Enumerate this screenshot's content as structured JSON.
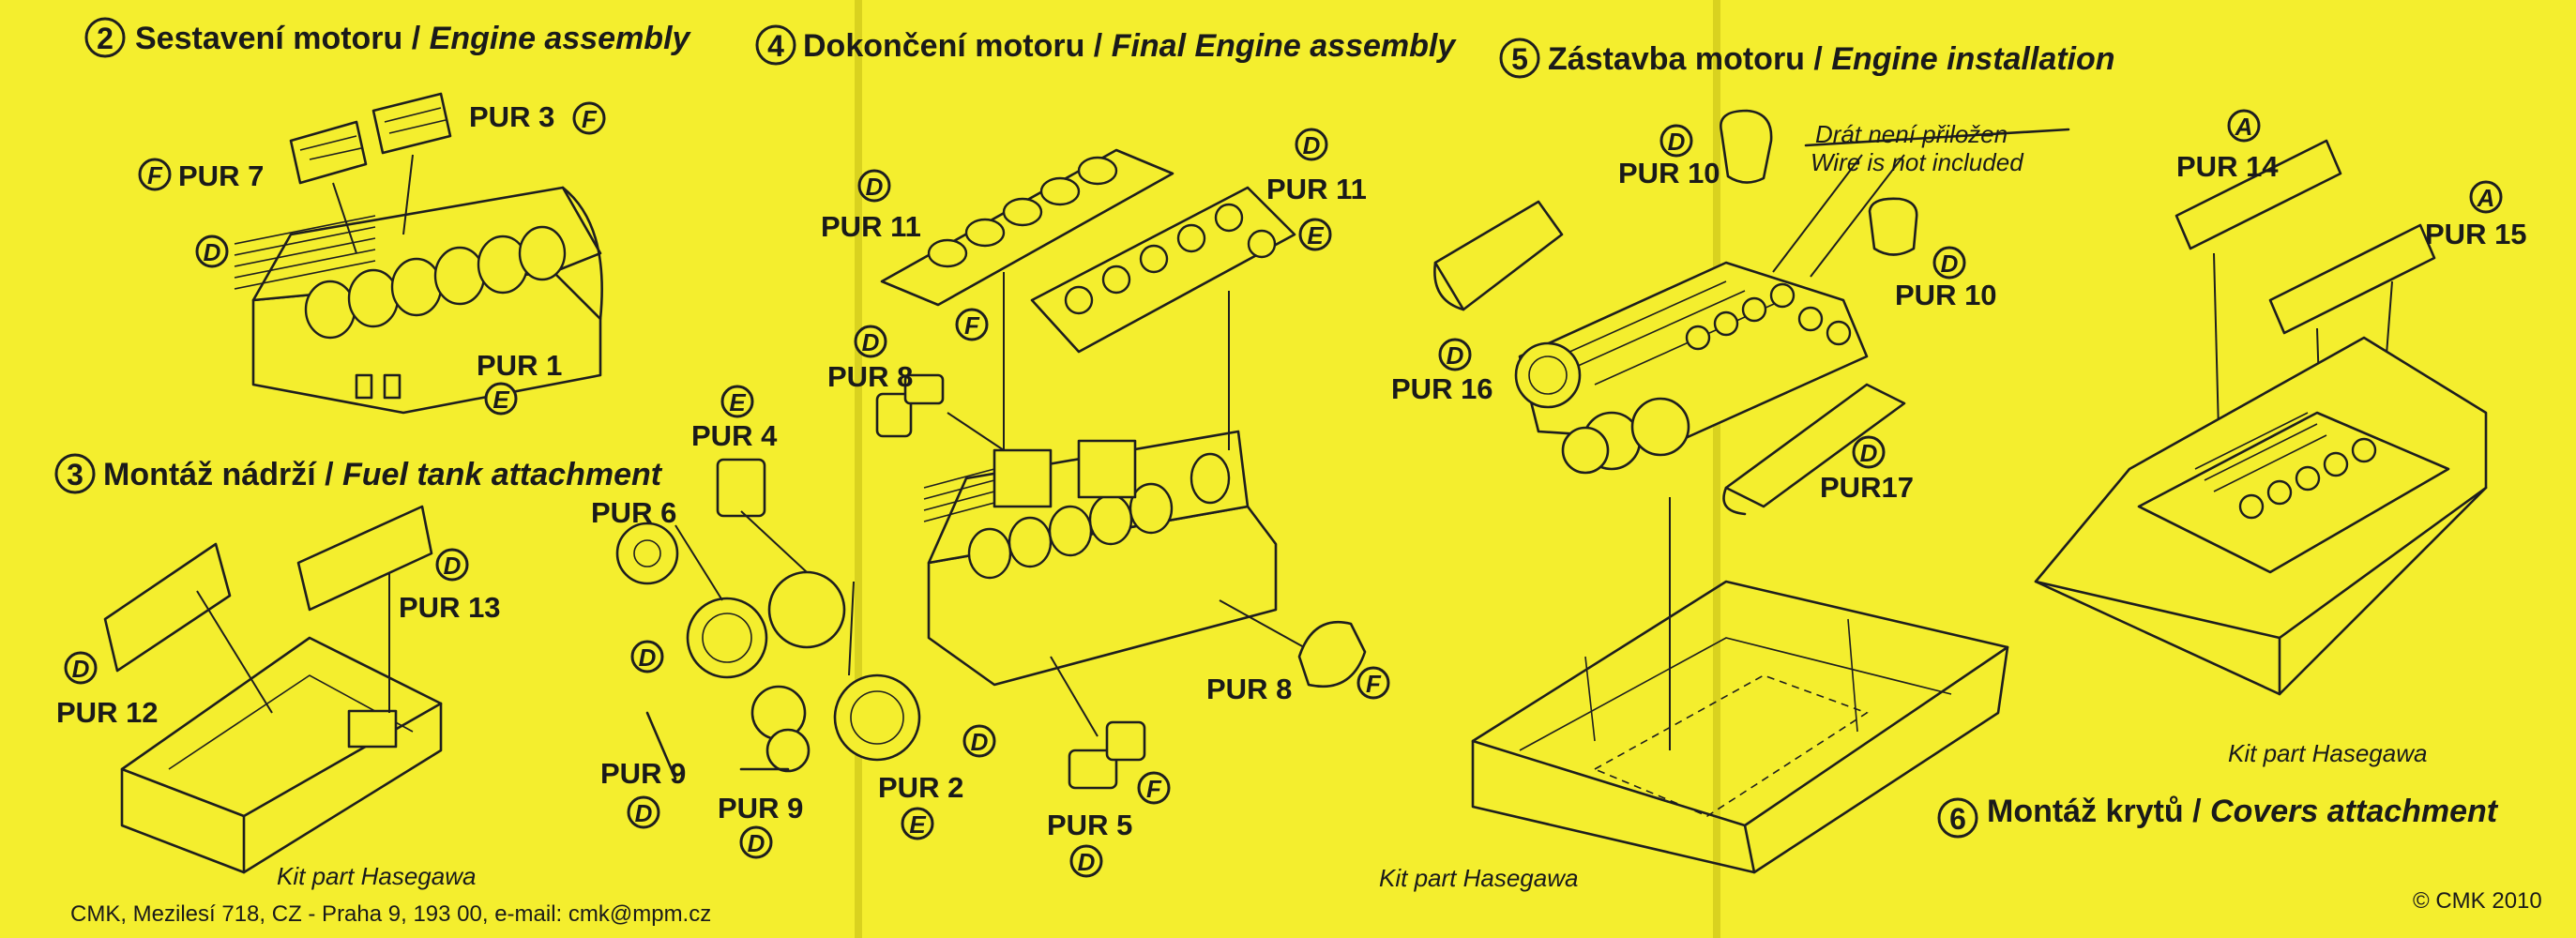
{
  "sections": {
    "s2": {
      "num": "2",
      "title_cz": "Sestavení motoru / ",
      "title_en": "Engine assembly"
    },
    "s3": {
      "num": "3",
      "title_cz": "Montáž nádrží / ",
      "title_en": "Fuel tank attachment"
    },
    "s4": {
      "num": "4",
      "title_cz": "Dokončení motoru / ",
      "title_en": "Final Engine assembly"
    },
    "s5": {
      "num": "5",
      "title_cz": "Zástavba motoru / ",
      "title_en": "Engine installation"
    },
    "s6": {
      "num": "6",
      "title_cz": "Montáž krytů / ",
      "title_en": "Covers attachment"
    }
  },
  "labels": {
    "pur7": "PUR 7",
    "pur3": "PUR 3",
    "pur1": "PUR 1",
    "pur4": "PUR 4",
    "pur6": "PUR 6",
    "pur9a": "PUR 9",
    "pur9b": "PUR 9",
    "pur2": "PUR 2",
    "pur5": "PUR 5",
    "pur8a": "PUR 8",
    "pur8b": "PUR 8",
    "pur11a": "PUR 11",
    "pur11b": "PUR 11",
    "pur12": "PUR 12",
    "pur13": "PUR 13",
    "pur10a": "PUR 10",
    "pur10b": "PUR 10",
    "pur16": "PUR 16",
    "pur17": "PUR17",
    "pur14": "PUR 14",
    "pur15": "PUR 15"
  },
  "material_letters": {
    "D": "D",
    "E": "E",
    "F": "F",
    "A": "A"
  },
  "notes": {
    "wire_cz": "Drát není přiložen",
    "wire_en": "Wire is not included",
    "kit1": "Kit part Hasegawa",
    "kit2": "Kit part Hasegawa",
    "kit3": "Kit part Hasegawa"
  },
  "footer": {
    "address": "CMK, Mezilesí 718, CZ - Praha 9, 193 00, e-mail: cmk@mpm.cz",
    "copyright": "© CMK 2010"
  },
  "colors": {
    "paper": "#f4ee2e",
    "ink": "#1e1e1e"
  }
}
